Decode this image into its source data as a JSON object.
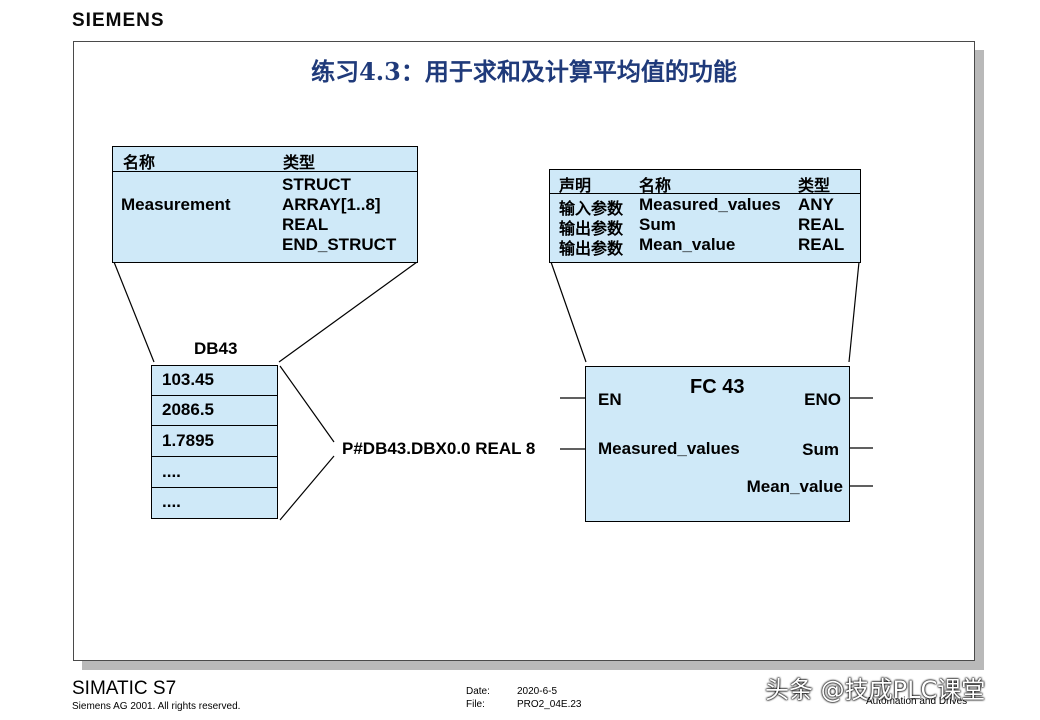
{
  "header": {
    "brand": "SIEMENS"
  },
  "slide": {
    "title": "练习4.3：用于求和及计算平均值的功能"
  },
  "udt_table": {
    "headers": {
      "name": "名称",
      "type": "类型"
    },
    "name": "Measurement",
    "types": [
      "STRUCT",
      "ARRAY[1..8]",
      "REAL",
      "END_STRUCT"
    ]
  },
  "db": {
    "label": "DB43",
    "cells": [
      "103.45",
      "2086.5",
      "1.7895",
      "....",
      "...."
    ]
  },
  "pointer": {
    "text": "P#DB43.DBX0.0 REAL 8"
  },
  "decl_table": {
    "headers": {
      "decl": "声明",
      "name": "名称",
      "type": "类型"
    },
    "rows": [
      {
        "decl": "输入参数",
        "name": "Measured_values",
        "type": "ANY"
      },
      {
        "decl": "输出参数",
        "name": "Sum",
        "type": "REAL"
      },
      {
        "decl": "输出参数",
        "name": "Mean_value",
        "type": "REAL"
      }
    ]
  },
  "fc": {
    "title": "FC 43",
    "en": "EN",
    "eno": "ENO",
    "input": "Measured_values",
    "out_sum": "Sum",
    "out_mean": "Mean_value"
  },
  "footer": {
    "product": "SIMATIC S7",
    "copyright": "Siemens AG 2001. All rights reserved.",
    "date_label": "Date:",
    "date_value": "2020-6-5",
    "file_label": "File:",
    "file_value": "PRO2_04E.23",
    "division": "Automation and Drives"
  },
  "watermark": {
    "text": "头条 @技成PLC课堂"
  }
}
